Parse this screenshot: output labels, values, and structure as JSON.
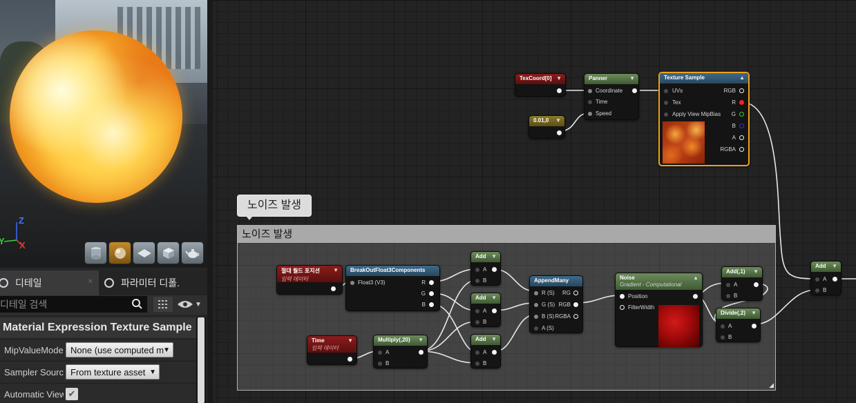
{
  "viewport": {
    "axes": {
      "z": "Z",
      "y": "Y",
      "x": "X"
    },
    "toolbar": [
      {
        "icon": "cylinder-icon"
      },
      {
        "icon": "sphere-icon",
        "active": true
      },
      {
        "icon": "plane-icon"
      },
      {
        "icon": "cube-icon"
      },
      {
        "icon": "teapot-icon"
      }
    ]
  },
  "panel": {
    "tabs": [
      {
        "label": "디테일",
        "close": "✕"
      },
      {
        "label": "파라미터 디폴.",
        "close": ""
      }
    ],
    "search": {
      "placeholder": "디테일 검색"
    },
    "section_title": "Material Expression Texture Sample",
    "properties": [
      {
        "label": "MipValueMode",
        "value": "None (use computed m",
        "type": "combo"
      },
      {
        "label": "Sampler Source",
        "value": "From texture asset",
        "type": "combo"
      },
      {
        "label": "Automatic View",
        "value": "✔",
        "type": "check"
      }
    ]
  },
  "graph": {
    "comment": {
      "bubble": "노이즈 발생",
      "title": "노이즈 발생",
      "resize": "◢"
    },
    "nodes": {
      "texcoord": {
        "title": "TexCoord[0]"
      },
      "const2": {
        "title": "0.01,0"
      },
      "panner": {
        "title": "Panner",
        "pins": [
          "Coordinate",
          "Time",
          "Speed"
        ]
      },
      "texsample": {
        "title": "Texture Sample",
        "inputs": [
          "UVs",
          "Tex",
          "Apply View MipBias"
        ],
        "outputs": [
          "RGB",
          "R",
          "G",
          "B",
          "A",
          "RGBA"
        ]
      },
      "worldpos": {
        "title": "절대 월드 포지션",
        "sub": "입력 데이터"
      },
      "breakout": {
        "title": "BreakOutFloat3Components",
        "input": "Float3 (V3)",
        "outputs": [
          "R",
          "G",
          "B"
        ]
      },
      "time": {
        "title": "Time",
        "sub": "입력 데이터"
      },
      "multiply": {
        "title": "Multiply(,20)",
        "pins": [
          "A",
          "B"
        ]
      },
      "add1": {
        "title": "Add",
        "pins": [
          "A",
          "B"
        ]
      },
      "add2": {
        "title": "Add",
        "pins": [
          "A",
          "B"
        ]
      },
      "add3": {
        "title": "Add",
        "pins": [
          "A",
          "B"
        ]
      },
      "append": {
        "title": "AppendMany",
        "inputs": [
          "R (S)",
          "G (S)",
          "B (S)",
          "A (S)"
        ],
        "outputs": [
          "RG",
          "RGB",
          "RGBA"
        ]
      },
      "noise": {
        "title": "Noise",
        "sub": "Gradient - Computational",
        "pins": [
          "Position",
          "FilterWidth"
        ]
      },
      "add_1": {
        "title": "Add(,1)",
        "pins": [
          "A",
          "B"
        ]
      },
      "divide": {
        "title": "Divide(,2)",
        "pins": [
          "A",
          "B"
        ]
      },
      "add_final": {
        "title": "Add",
        "pins": [
          "A",
          "B"
        ]
      }
    }
  }
}
